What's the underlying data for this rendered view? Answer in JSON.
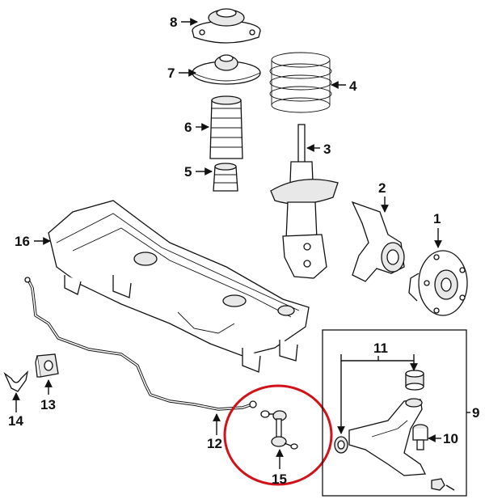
{
  "diagram": {
    "callouts": {
      "c1": "1",
      "c2": "2",
      "c3": "3",
      "c4": "4",
      "c5": "5",
      "c6": "6",
      "c7": "7",
      "c8": "8",
      "c9": "9",
      "c10": "10",
      "c11": "11",
      "c12": "12",
      "c13": "13",
      "c14": "14",
      "c15": "15",
      "c16": "16"
    },
    "highlight_color": "#d0121b",
    "line_color": "#111111"
  }
}
